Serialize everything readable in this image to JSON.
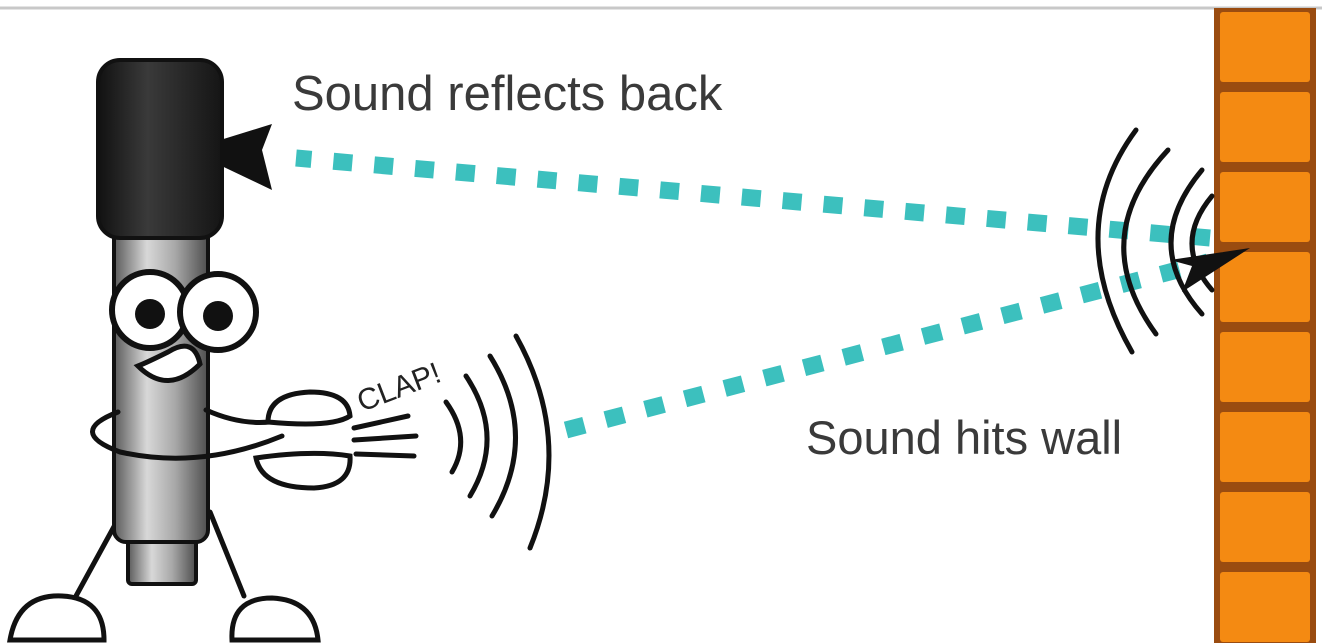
{
  "labels": {
    "reflects": "Sound reflects back",
    "hits_wall": "Sound hits wall",
    "clap": "CLAP!"
  },
  "colors": {
    "sound_path": "#3cc0be",
    "wall_brick": "#f48a12",
    "wall_mortar": "#9a4c10",
    "mic_head": "#222222",
    "mic_body": "#9a9a9a",
    "ink": "#111111"
  }
}
